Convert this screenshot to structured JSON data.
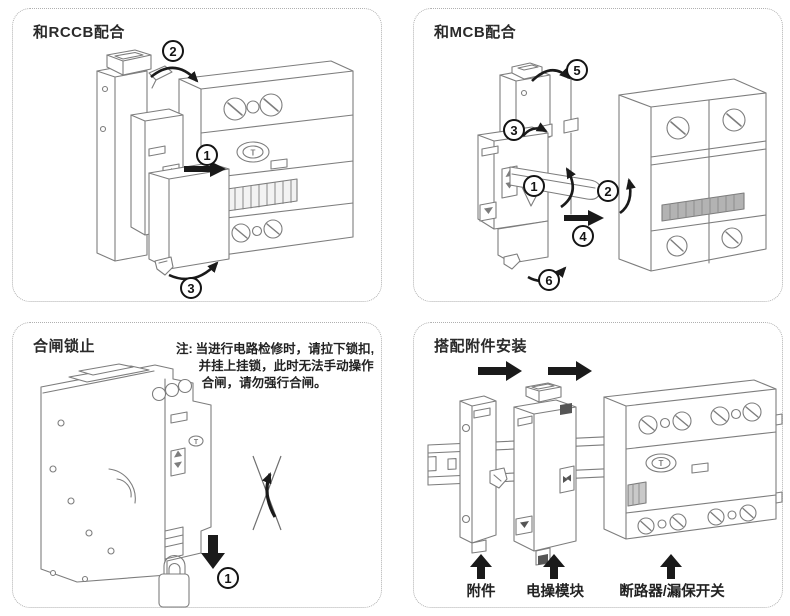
{
  "colors": {
    "background": "#ffffff",
    "line_art": "#7d7d7d",
    "ink": "#1a1a1a",
    "panel_border": "#b0b0b0",
    "handle_fill": "#b3b3b3"
  },
  "panel_rccb": {
    "title": "和RCCB配合",
    "markers": {
      "m1": "1",
      "m2": "2",
      "m3": "3"
    }
  },
  "panel_mcb": {
    "title": "和MCB配合",
    "markers": {
      "m1": "1",
      "m2": "2",
      "m3": "3",
      "m4": "4",
      "m5": "5",
      "m6": "6"
    }
  },
  "panel_lock": {
    "title": "合闸锁止",
    "note_prefix": "注:",
    "note_lines": {
      "l1": "当进行电路检修时，请拉下锁扣,",
      "l2": "并挂上挂锁，此时无法手动操作",
      "l3": "合闸，请勿强行合闸。"
    },
    "markers": {
      "m1": "1"
    }
  },
  "panel_fitting": {
    "title": "搭配附件安装",
    "labels": {
      "accessory": "附件",
      "motor_module": "电操模块",
      "breaker": "断路器/漏保开关"
    }
  },
  "drawing_text": {
    "test_button": "T"
  }
}
